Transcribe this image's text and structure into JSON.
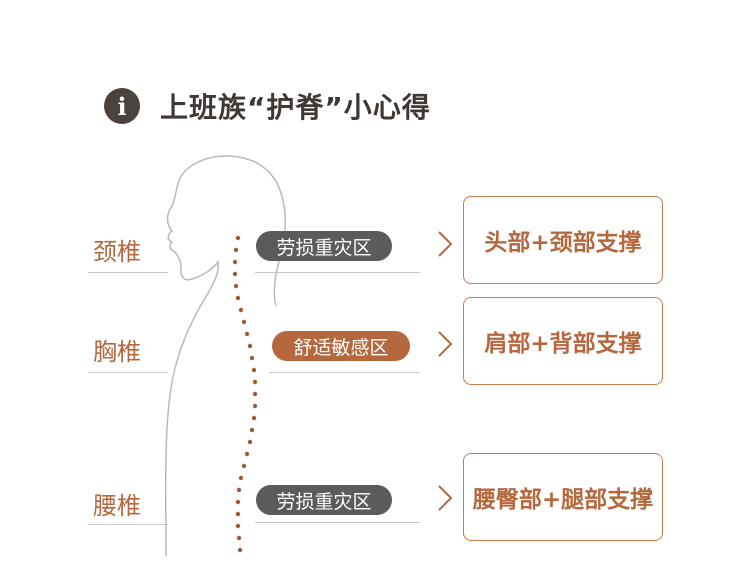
{
  "title": "上班族“护脊”小心得",
  "info_icon": "info-icon",
  "colors": {
    "accent": "#b5683e",
    "gray_pill": "#5b5b5b",
    "title": "#3f3834",
    "line": "#c7c7c7"
  },
  "regions": [
    {
      "label": "颈椎",
      "zone": "劳损重灾区",
      "support": "头部+颈部支撑"
    },
    {
      "label": "胸椎",
      "zone": "舒适敏感区",
      "support": "肩部+背部支撑"
    },
    {
      "label": "腰椎",
      "zone": "劳损重灾区",
      "support": "腰臀部+腿部支撑"
    }
  ]
}
